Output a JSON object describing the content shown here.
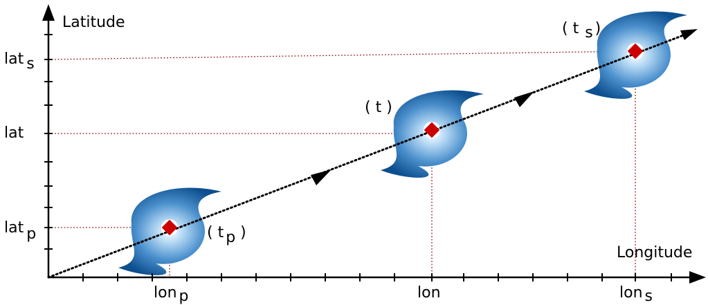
{
  "axes": {
    "y_label": "Latitude",
    "x_label": "Longitude"
  },
  "y_ticks": {
    "lat_s": {
      "base": "lat",
      "sub": "s"
    },
    "lat": {
      "base": "lat",
      "sub": ""
    },
    "lat_p": {
      "base": "lat",
      "sub": "p"
    }
  },
  "x_ticks": {
    "lon_p": {
      "base": "lon",
      "sub": "p"
    },
    "lon": {
      "base": "lon",
      "sub": ""
    },
    "lon_s": {
      "base": "lon",
      "sub": "s"
    }
  },
  "storms": [
    {
      "id": "past",
      "label_open": "( t",
      "label_sub": "p",
      "label_close": " )"
    },
    {
      "id": "present",
      "label_open": "( t )",
      "label_sub": "",
      "label_close": ""
    },
    {
      "id": "future",
      "label_open": "( t",
      "label_sub": " s",
      "label_close": ")"
    }
  ],
  "colors": {
    "axis": "#000000",
    "guide_line": "#9b2a2a",
    "center_marker": "#cc0000",
    "storm_dark": "#0d4f8f",
    "storm_light": "#7fb6e6",
    "track": "#000000"
  },
  "icons": {
    "storm": "hurricane-icon",
    "center": "diamond-marker-icon",
    "direction": "arrowhead-icon"
  }
}
